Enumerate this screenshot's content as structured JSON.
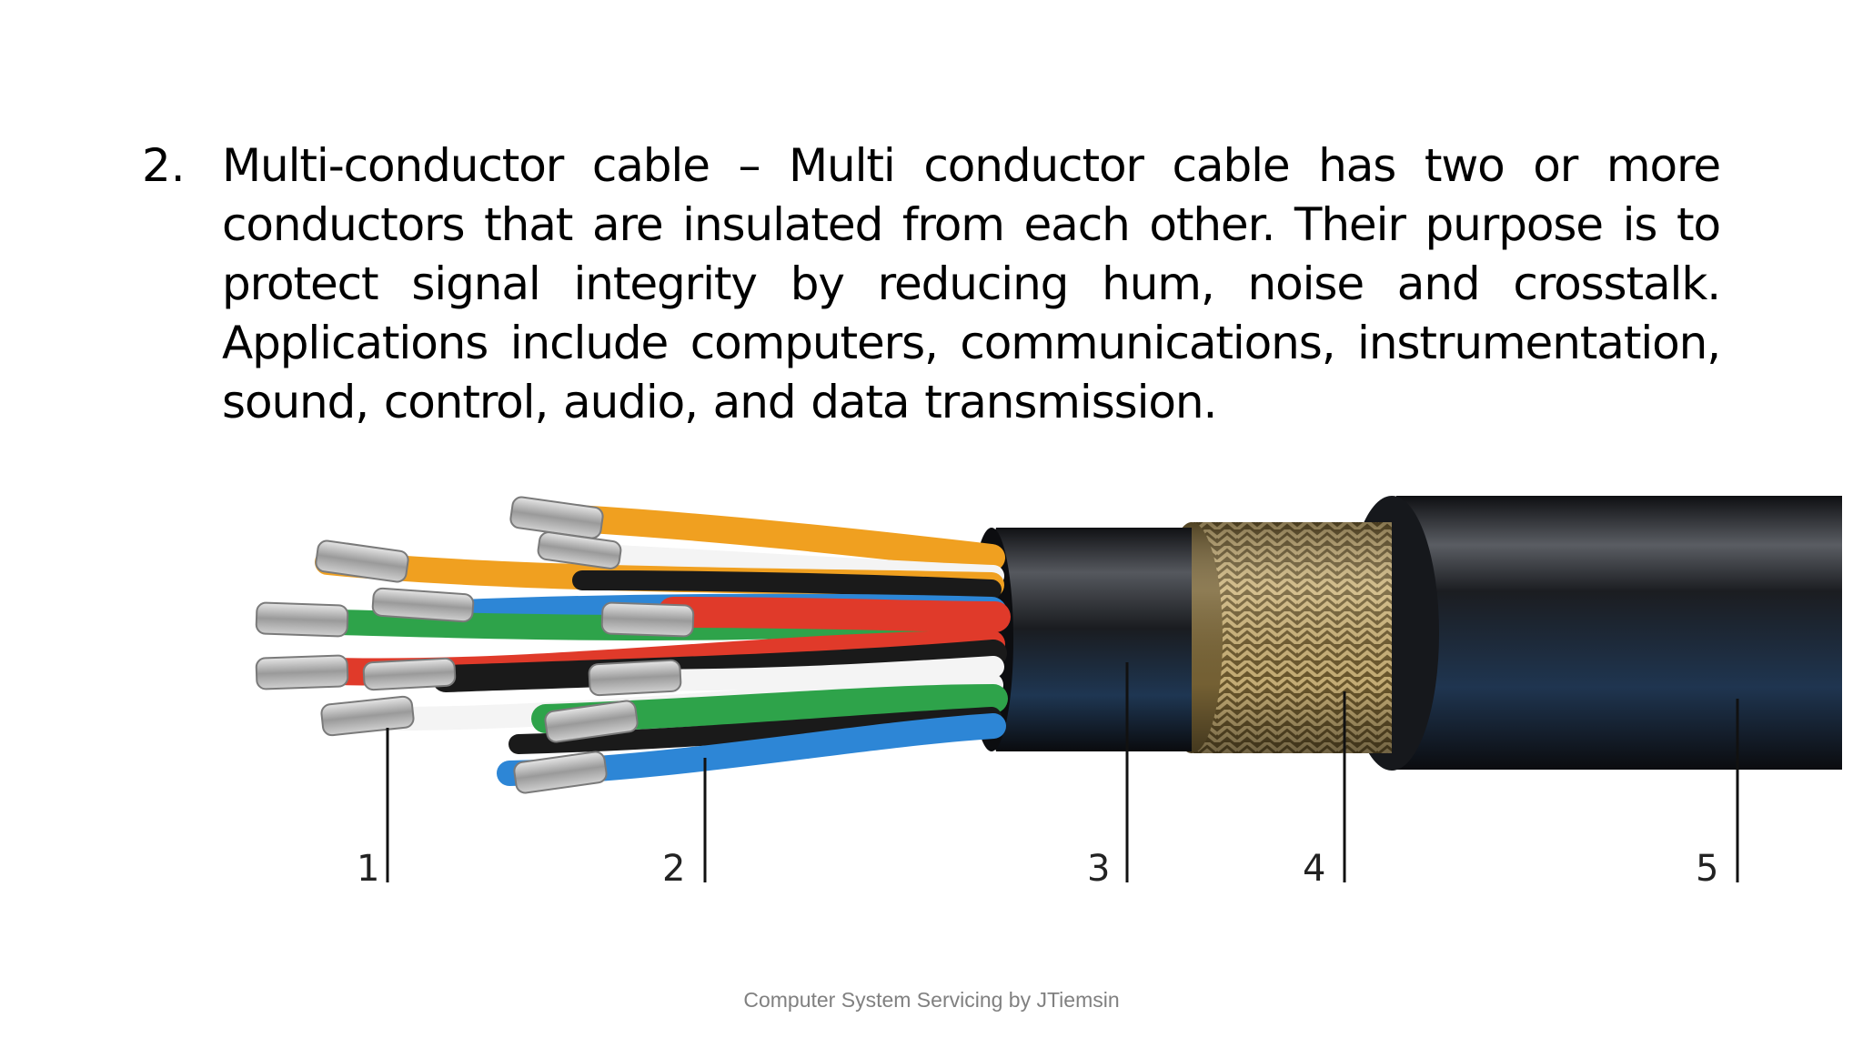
{
  "slide": {
    "item_number": "2.",
    "paragraph": "Multi-conductor cable – Multi conductor cable has two or more conductors that are insulated from each other. Their purpose is to protect signal integrity by reducing hum, noise and crosstalk. Applications include computers, communications, instrumentation, sound, control, audio, and data transmission.",
    "footer": "Computer System Servicing by JTiemsin"
  },
  "figure": {
    "callouts": [
      "1",
      "2",
      "3",
      "4",
      "5"
    ],
    "colors": {
      "jacket": "#1c1f24",
      "jacket_blue_tint": "#1f3a55",
      "shield_braid": "#a08a55",
      "conductor_metal": "#a8a8a8",
      "wire_orange": "#f0a020",
      "wire_white": "#f4f4f4",
      "wire_black": "#1a1a1a",
      "wire_blue": "#2d86d6",
      "wire_green": "#2ea34a",
      "wire_red": "#e03a2a"
    }
  }
}
